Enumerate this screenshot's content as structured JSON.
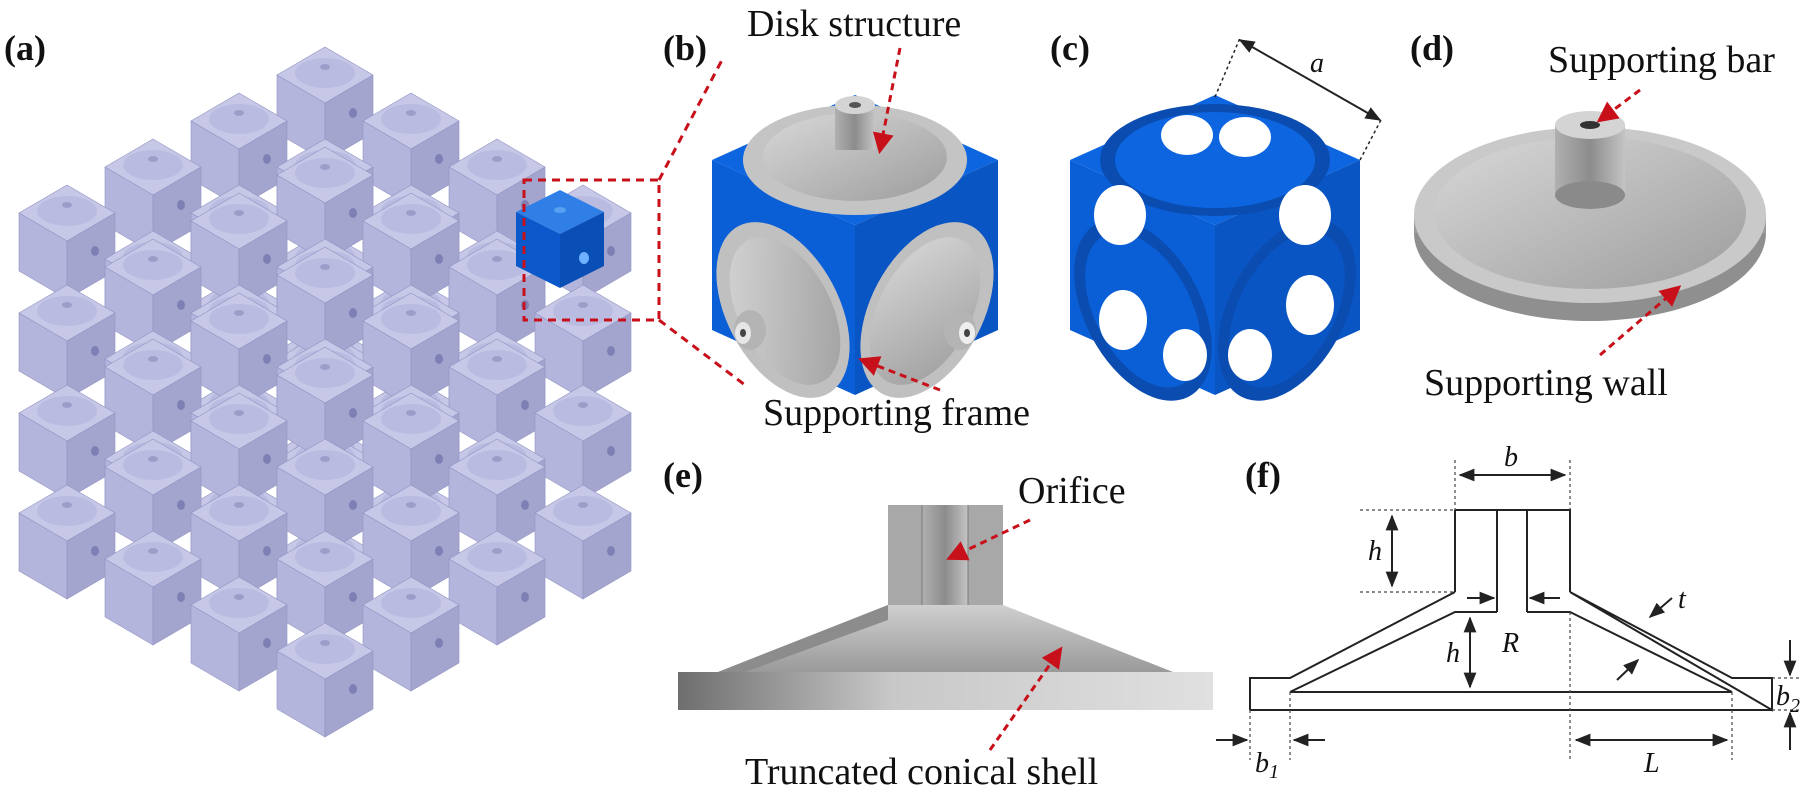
{
  "panels": {
    "a": "(a)",
    "b": "(b)",
    "c": "(c)",
    "d": "(d)",
    "e": "(e)",
    "f": "(f)"
  },
  "labels": {
    "disk_structure": "Disk  structure",
    "supporting_frame": "Supporting frame",
    "supporting_bar": "Supporting bar",
    "supporting_wall": "Supporting wall",
    "orifice": "Orifice",
    "truncated_conical_shell": "Truncated conical shell"
  },
  "dimensions": {
    "a": "a",
    "b": "b",
    "h_top": "h",
    "h_mid": "h",
    "R": "R",
    "t": "t",
    "L": "L",
    "b1": "b",
    "b1_sub": "1",
    "b2": "b",
    "b2_sub": "2"
  },
  "colors": {
    "cube_blue": "#0a5fd6",
    "cube_lilac": "#b4b6dc",
    "disk_grey": "#b9b9b9",
    "callout_red": "#c8101a"
  }
}
